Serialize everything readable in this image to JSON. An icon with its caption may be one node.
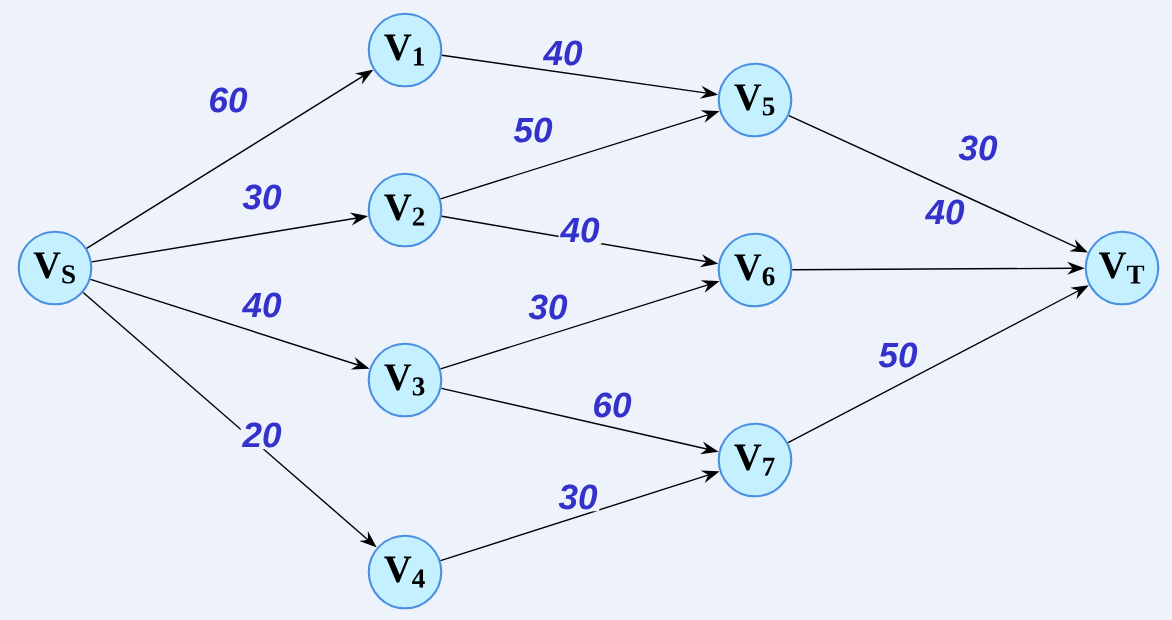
{
  "diagram": {
    "nodes": [
      {
        "text": [
          "V$_{S}$"
        ]
      },
      {
        "text": [
          "V$_{1}$"
        ]
      },
      {
        "text": [
          "V$_{2}$"
        ]
      },
      {
        "text": [
          "V$_{3}$"
        ]
      },
      {
        "text": [
          "V$_{4}$"
        ]
      },
      {
        "text": [
          "V$_{5}$"
        ]
      },
      {
        "text": [
          "V$_{6}$"
        ]
      },
      {
        "text": [
          "V$_{7}$"
        ]
      },
      {
        "text": [
          "V$_{T}$"
        ]
      }
    ],
    "edges": [
      {
        "from": 0,
        "to": 1,
        "arrow": "to",
        "label": "60"
      },
      {
        "from": 0,
        "to": 2,
        "arrow": "to",
        "label": "30"
      },
      {
        "from": 0,
        "to": 3,
        "arrow": "to",
        "label": "40"
      },
      {
        "from": 0,
        "to": 4,
        "arrow": "to",
        "label": "20"
      },
      {
        "from": 1,
        "to": 5,
        "arrow": "to",
        "label": "40"
      },
      {
        "from": 2,
        "to": 5,
        "arrow": "to",
        "label": "50"
      },
      {
        "from": 2,
        "to": 6,
        "arrow": "to",
        "label": "40"
      },
      {
        "from": 3,
        "to": 6,
        "arrow": "to",
        "label": "30"
      },
      {
        "from": 3,
        "to": 7,
        "arrow": "to",
        "label": "60"
      },
      {
        "from": 4,
        "to": 7,
        "arrow": "to",
        "label": "30"
      },
      {
        "from": 5,
        "to": 8,
        "arrow": "to",
        "label": "30"
      },
      {
        "from": 6,
        "to": 8,
        "arrow": "to",
        "label": "40"
      },
      {
        "from": 7,
        "to": 8,
        "arrow": "to",
        "label": "50"
      }
    ]
  }
}
